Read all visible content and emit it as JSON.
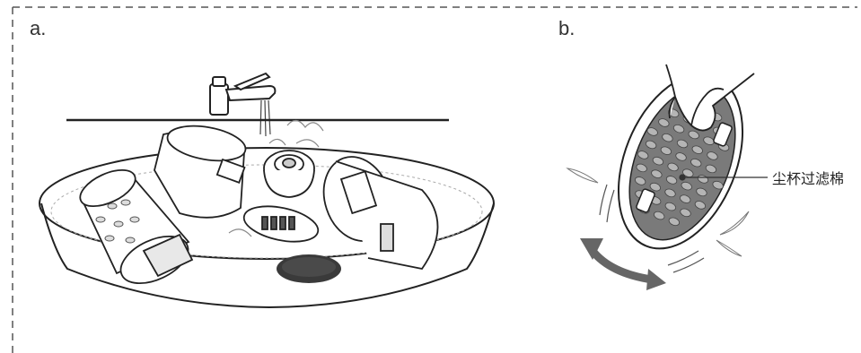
{
  "panels": [
    {
      "id": "a",
      "label": "a."
    },
    {
      "id": "b",
      "label": "b."
    }
  ],
  "callout": {
    "text": "尘杯过滤棉"
  },
  "colors": {
    "line": "#222222",
    "dash_border": "#555555",
    "filter_mesh": "#6b6b6b",
    "pad": "#3a3a3a",
    "arrow": "#666666"
  }
}
